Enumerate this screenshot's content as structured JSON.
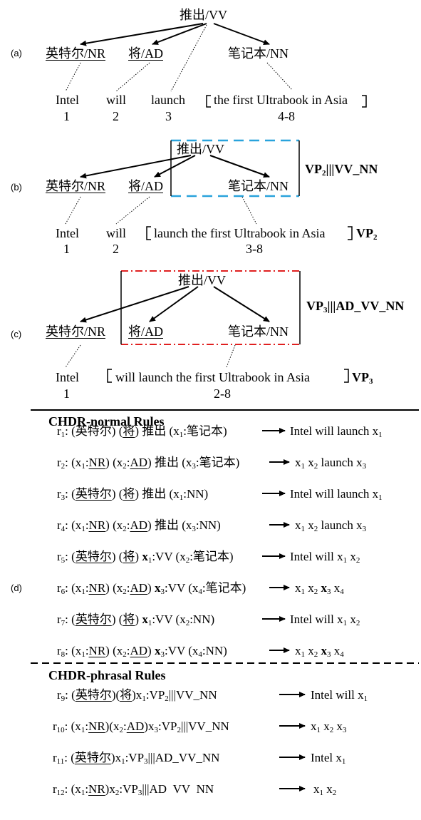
{
  "panels": {
    "a": {
      "label": "(a)",
      "root": "推出/VV",
      "nodes": [
        "英特尔/NR",
        "将/AD",
        "笔记本/NN"
      ],
      "words": [
        "Intel",
        "will",
        "launch",
        "the first Ultrabook in Asia"
      ],
      "indices": [
        "1",
        "2",
        "3",
        "4-8"
      ]
    },
    "b": {
      "label": "(b)",
      "root": "推出/VV",
      "nodes": [
        "英特尔/NR",
        "将/AD",
        "笔记本/NN"
      ],
      "words": [
        "Intel",
        "will",
        "launch the first Ultrabook in Asia"
      ],
      "indices": [
        "1",
        "2",
        "3-8"
      ],
      "vp_tag": "VP2",
      "rule_tag": "VP2|||VV_NN"
    },
    "c": {
      "label": "(c)",
      "root": "推出/VV",
      "nodes": [
        "英特尔/NR",
        "将/AD",
        "笔记本/NN"
      ],
      "words": [
        "Intel",
        "will launch the first Ultrabook in Asia"
      ],
      "indices": [
        "1",
        "2-8"
      ],
      "vp_tag": "VP3",
      "rule_tag": "VP3|||AD_VV_NN"
    }
  },
  "panel_d_label": "(d)",
  "normal_header": "CHDR-normal Rules",
  "phrasal_header": "CHDR-phrasal Rules",
  "rules": [
    {
      "id": "r1",
      "lhs": "r1: (英特尔) (将) 推出 (x1:笔记本)",
      "rhs": "Intel will launch x1"
    },
    {
      "id": "r2",
      "lhs": "r2: (x1:NR) (x2:AD) 推出 (x3:笔记本)",
      "rhs": "x1 x2 launch x3"
    },
    {
      "id": "r3",
      "lhs": "r3: (英特尔) (将) 推出 (x1:NN)",
      "rhs": "Intel will launch x1"
    },
    {
      "id": "r4",
      "lhs": "r4: (x1:NR) (x2:AD) 推出 (x3:NN)",
      "rhs": "x1 x2 launch x3"
    },
    {
      "id": "r5",
      "lhs": "r5: (英特尔) (将) x1:VV (x2:笔记本)",
      "rhs": "Intel will x1 x2"
    },
    {
      "id": "r6",
      "lhs": "r6: (x1:NR) (x2:AD) x3:VV (x4:笔记本)",
      "rhs": "x1 x2 x3 x4"
    },
    {
      "id": "r7",
      "lhs": "r7: (英特尔) (将) x1:VV (x2:NN)",
      "rhs": "Intel will x1 x2"
    },
    {
      "id": "r8",
      "lhs": "r8: (x1:NR) (x2:AD) x3:VV (x4:NN)",
      "rhs": "x1 x2 x3 x4"
    },
    {
      "id": "r9",
      "lhs": "r9: (英特尔)(将)x1:VP2|||VV_NN",
      "rhs": "Intel will x1"
    },
    {
      "id": "r10",
      "lhs": "r10: (x1:NR)(x2:AD)x3:VP2|||VV_NN",
      "rhs": "x1 x2 x3"
    },
    {
      "id": "r11",
      "lhs": "r11: (英特尔)x1:VP3|||AD_VV_NN",
      "rhs": "Intel x1"
    },
    {
      "id": "r12",
      "lhs": "r12: (x1:NR)x2:VP3|||AD VV NN",
      "rhs": "x1 x2"
    }
  ]
}
